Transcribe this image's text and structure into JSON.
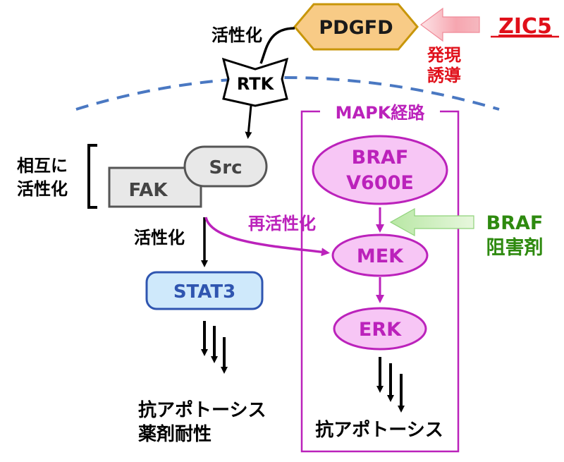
{
  "nodes": {
    "pdgfd": "PDGFD",
    "zic5": "ZIC5",
    "rtk": "RTK",
    "src": "Src",
    "fak": "FAK",
    "stat3": "STAT3",
    "braf_line1": "BRAF",
    "braf_line2": "V600E",
    "mek": "MEK",
    "erk": "ERK"
  },
  "labels": {
    "expression_induction_line1": "発現",
    "expression_induction_line2": "誘導",
    "activation_rtk": "活性化",
    "mutual_activation_line1": "相互に",
    "mutual_activation_line2": "活性化",
    "activation_stat3": "活性化",
    "reactivation": "再活性化",
    "mapk_pathway": "MAPK経路",
    "braf_inhibitor_line1": "BRAF",
    "braf_inhibitor_line2": "阻害剤",
    "outcome_left_line1": "抗アポトーシス",
    "outcome_left_line2": "薬剤耐性",
    "outcome_right": "抗アポトーシス"
  },
  "colors": {
    "magenta": "#bb22bb",
    "magenta_fill": "#f7c6f5",
    "orange_fill": "#f8cb86",
    "orange_stroke": "#c8960a",
    "red": "#e0101a",
    "green": "#2e8a0f",
    "blue": "#2f55b0",
    "blue_fill": "#cfe9fb",
    "gray_fill": "#e8e8e8",
    "gray_stroke": "#555555",
    "dashed": "#4a78c2"
  }
}
